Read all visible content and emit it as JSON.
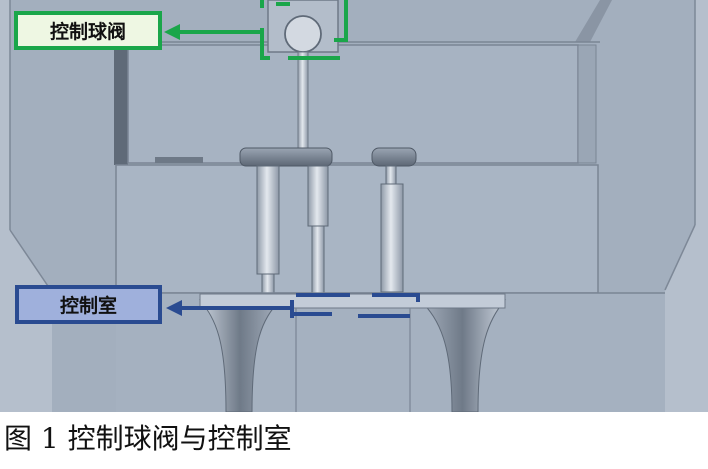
{
  "callouts": {
    "ball_valve": "控制球阀",
    "chamber": "控制室"
  },
  "caption": "图 1 控制球阀与控制室",
  "colors": {
    "valve_accent": "#1aa64a",
    "chamber_accent": "#2a4b91",
    "model_fill": "#a9b5c4"
  }
}
